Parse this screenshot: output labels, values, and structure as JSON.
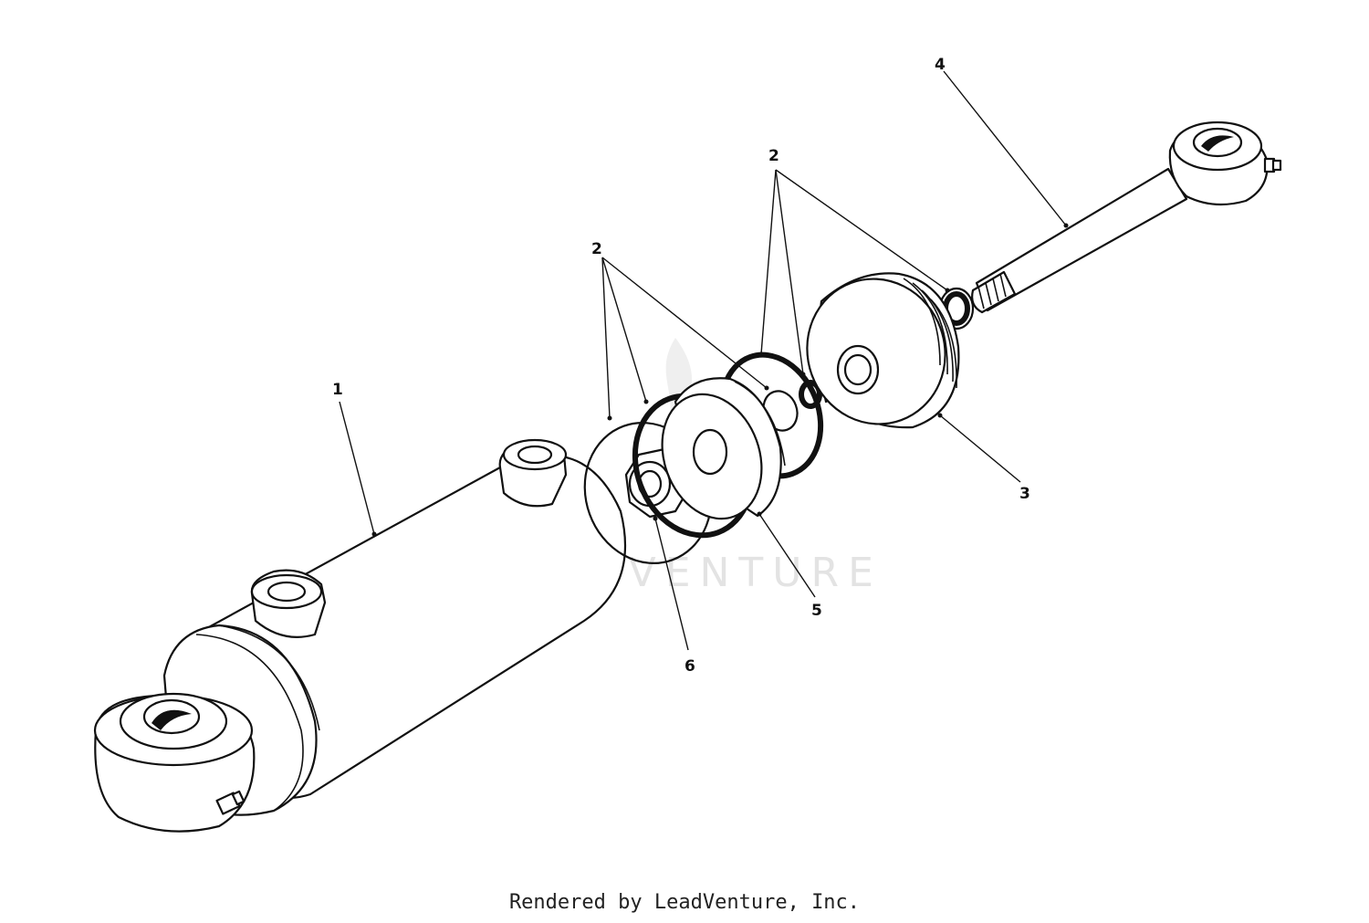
{
  "diagram": {
    "callouts": [
      {
        "id": "1",
        "label": "1"
      },
      {
        "id": "2a",
        "label": "2"
      },
      {
        "id": "2b",
        "label": "2"
      },
      {
        "id": "3",
        "label": "3"
      },
      {
        "id": "4",
        "label": "4"
      },
      {
        "id": "5",
        "label": "5"
      },
      {
        "id": "6",
        "label": "6"
      }
    ],
    "watermark": "LEADVENTURE",
    "credit": "Rendered by LeadVenture, Inc."
  }
}
